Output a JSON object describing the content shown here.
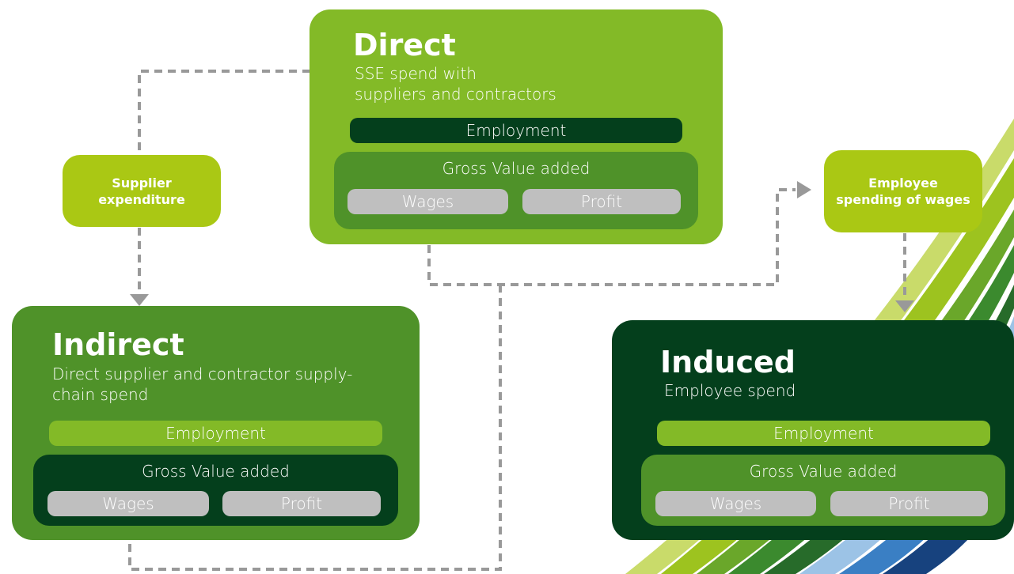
{
  "colors": {
    "direct_box": "#83ba27",
    "indirect_box": "#4f9229",
    "induced_box": "#043f1c",
    "dark_green": "#043f1c",
    "mid_green": "#4f9229",
    "light_green": "#83ba27",
    "tag_green": "#aac814",
    "pill_grey": "#bfbfbf",
    "connector_grey": "#999999"
  },
  "direct": {
    "title": "Direct",
    "subtitle_line1": "SSE spend with",
    "subtitle_line2": "suppliers and contractors",
    "employment": "Employment",
    "gva": "Gross Value added",
    "wages": "Wages",
    "profit": "Profit"
  },
  "indirect": {
    "title": "Indirect",
    "subtitle_line1": "Direct supplier and contractor supply-",
    "subtitle_line2": "chain spend",
    "employment": "Employment",
    "gva": "Gross Value added",
    "wages": "Wages",
    "profit": "Profit"
  },
  "induced": {
    "title": "Induced",
    "subtitle_line1": "Employee spend",
    "employment": "Employment",
    "gva": "Gross Value added",
    "wages": "Wages",
    "profit": "Profit"
  },
  "tags": {
    "supplier_line1": "Supplier",
    "supplier_line2": "expenditure",
    "employee_line1": "Employee",
    "employee_line2": "spending of wages"
  }
}
